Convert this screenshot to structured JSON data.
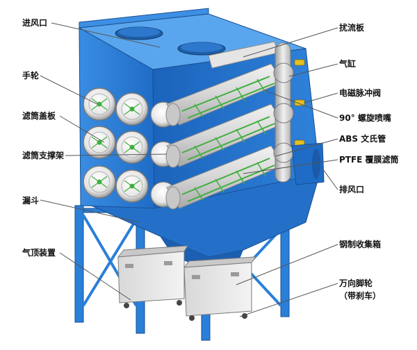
{
  "labels": {
    "inlet": "进风口",
    "handwheel": "手轮",
    "cover": "滤筒盖板",
    "support": "滤筒支撑架",
    "hopper": "漏斗",
    "air_device": "气顶装置",
    "baffle": "扰流板",
    "air_tank": "气缸",
    "pulse_valve": "电磁脉冲阀",
    "nozzle": "90° 螺旋喷嘴",
    "venturi": "ABS 文氏管",
    "filter": "PTFE 覆膜滤筒",
    "outlet": "排风口",
    "bin": "钢制收集箱",
    "caster_line1": "万向脚轮",
    "caster_line2": "（带刹车）"
  },
  "colors": {
    "body_blue": "#2a7fd8",
    "dark_blue": "#1c5fb0",
    "light_blue": "#5aa6ee",
    "filter_gray": "#d9d9d9",
    "green": "#3fae3f",
    "valve_yellow": "#e6c020",
    "leader_line": "#555555"
  }
}
